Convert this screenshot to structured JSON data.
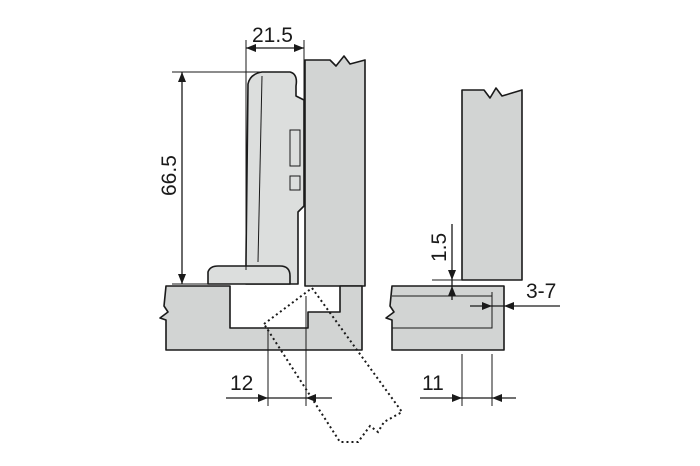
{
  "dimensions": {
    "hinge_width": "21.5",
    "hinge_height": "66.5",
    "drill_distance": "12",
    "gap": "1.5",
    "overlay_range": "3-7",
    "edge_distance": "11"
  },
  "colors": {
    "part_fill": "#d2d4d3",
    "line": "#1a1a1a"
  }
}
